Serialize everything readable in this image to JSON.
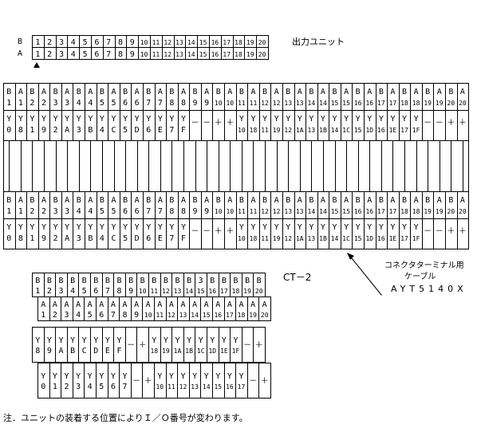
{
  "unit_label": "出力ユニット",
  "row_b_label": "B",
  "row_a_label": "A",
  "ct_label": "CT－2",
  "cable_label_line1": "コネクタターミナル用",
  "cable_label_line2": "ケーブル",
  "cable_model": "AYT5140X",
  "note": "注．ユニットの装着する位置によりＩ／Ｏ番号が変わります。",
  "connector_numbers": [
    "1",
    "2",
    "3",
    "4",
    "5",
    "6",
    "7",
    "8",
    "9",
    "10",
    "11",
    "12",
    "13",
    "14",
    "15",
    "16",
    "17",
    "18",
    "19",
    "20"
  ],
  "terminal_pairs": [
    [
      "B",
      "1"
    ],
    [
      "A",
      "1"
    ],
    [
      "B",
      "2"
    ],
    [
      "A",
      "2"
    ],
    [
      "B",
      "3"
    ],
    [
      "A",
      "3"
    ],
    [
      "B",
      "4"
    ],
    [
      "A",
      "4"
    ],
    [
      "B",
      "5"
    ],
    [
      "A",
      "5"
    ],
    [
      "B",
      "6"
    ],
    [
      "A",
      "6"
    ],
    [
      "B",
      "7"
    ],
    [
      "A",
      "7"
    ],
    [
      "B",
      "8"
    ],
    [
      "A",
      "8"
    ],
    [
      "B",
      "9"
    ],
    [
      "A",
      "9"
    ],
    [
      "B",
      "10"
    ],
    [
      "A",
      "10"
    ],
    [
      "B",
      "11"
    ],
    [
      "A",
      "11"
    ],
    [
      "B",
      "12"
    ],
    [
      "A",
      "12"
    ],
    [
      "B",
      "13"
    ],
    [
      "A",
      "13"
    ],
    [
      "B",
      "14"
    ],
    [
      "A",
      "14"
    ],
    [
      "B",
      "15"
    ],
    [
      "A",
      "15"
    ],
    [
      "B",
      "16"
    ],
    [
      "A",
      "16"
    ],
    [
      "B",
      "17"
    ],
    [
      "A",
      "17"
    ],
    [
      "B",
      "18"
    ],
    [
      "A",
      "18"
    ],
    [
      "B",
      "19"
    ],
    [
      "A",
      "19"
    ],
    [
      "B",
      "20"
    ],
    [
      "A",
      "20"
    ]
  ],
  "terminal_signals": [
    [
      "Y",
      "0"
    ],
    [
      "Y",
      "8"
    ],
    [
      "Y",
      "1"
    ],
    [
      "Y",
      "9"
    ],
    [
      "Y",
      "2"
    ],
    [
      "Y",
      "A"
    ],
    [
      "Y",
      "3"
    ],
    [
      "Y",
      "B"
    ],
    [
      "Y",
      "4"
    ],
    [
      "Y",
      "C"
    ],
    [
      "Y",
      "5"
    ],
    [
      "Y",
      "D"
    ],
    [
      "Y",
      "6"
    ],
    [
      "Y",
      "E"
    ],
    [
      "Y",
      "7"
    ],
    [
      "Y",
      "F"
    ],
    [
      "－",
      ""
    ],
    [
      "－",
      ""
    ],
    [
      "＋",
      ""
    ],
    [
      "＋",
      ""
    ],
    [
      "Y",
      "10"
    ],
    [
      "Y",
      "18"
    ],
    [
      "Y",
      "11"
    ],
    [
      "Y",
      "19"
    ],
    [
      "Y",
      "12"
    ],
    [
      "Y",
      "1A"
    ],
    [
      "Y",
      "13"
    ],
    [
      "Y",
      "1B"
    ],
    [
      "Y",
      "14"
    ],
    [
      "Y",
      "1C"
    ],
    [
      "Y",
      "15"
    ],
    [
      "Y",
      "1D"
    ],
    [
      "Y",
      "16"
    ],
    [
      "Y",
      "1E"
    ],
    [
      "Y",
      "17"
    ],
    [
      "Y",
      "1F"
    ],
    [
      "－",
      ""
    ],
    [
      "－",
      ""
    ],
    [
      "＋",
      ""
    ],
    [
      "＋",
      ""
    ]
  ],
  "ct_b_row": [
    [
      "B",
      "1"
    ],
    [
      "B",
      "2"
    ],
    [
      "B",
      "3"
    ],
    [
      "B",
      "4"
    ],
    [
      "B",
      "5"
    ],
    [
      "B",
      "6"
    ],
    [
      "B",
      "7"
    ],
    [
      "B",
      "8"
    ],
    [
      "B",
      "9"
    ],
    [
      "B",
      "10"
    ],
    [
      "B",
      "11"
    ],
    [
      "B",
      "12"
    ],
    [
      "B",
      "13"
    ],
    [
      "B",
      "14"
    ],
    [
      "3",
      "15"
    ],
    [
      "B",
      "16"
    ],
    [
      "B",
      "17"
    ],
    [
      "B",
      "18"
    ],
    [
      "B",
      "19"
    ],
    [
      "B",
      "20"
    ]
  ],
  "ct_a_row": [
    [
      "A",
      "1"
    ],
    [
      "A",
      "2"
    ],
    [
      "A",
      "3"
    ],
    [
      "A",
      "4"
    ],
    [
      "A",
      "5"
    ],
    [
      "A",
      "6"
    ],
    [
      "A",
      "7"
    ],
    [
      "A",
      "8"
    ],
    [
      "A",
      "9"
    ],
    [
      "A",
      "10"
    ],
    [
      "A",
      "11"
    ],
    [
      "A",
      "12"
    ],
    [
      "A",
      "13"
    ],
    [
      "A",
      "14"
    ],
    [
      "A",
      "15"
    ],
    [
      "A",
      "16"
    ],
    [
      "A",
      "17"
    ],
    [
      "A",
      "18"
    ],
    [
      "A",
      "19"
    ],
    [
      "A",
      "20"
    ]
  ],
  "ct_upper_signals": [
    [
      "Y",
      "8"
    ],
    [
      "Y",
      "9"
    ],
    [
      "Y",
      "A"
    ],
    [
      "Y",
      "B"
    ],
    [
      "Y",
      "C"
    ],
    [
      "Y",
      "D"
    ],
    [
      "Y",
      "E"
    ],
    [
      "Y",
      "F"
    ],
    [
      "－",
      ""
    ],
    [
      "＋",
      ""
    ],
    [
      "Y",
      "18"
    ],
    [
      "Y",
      "19"
    ],
    [
      "Y",
      "1A"
    ],
    [
      "Y",
      "1B"
    ],
    [
      "Y",
      "1C"
    ],
    [
      "Y",
      "1D"
    ],
    [
      "Y",
      "1E"
    ],
    [
      "Y",
      "1F"
    ],
    [
      "－",
      ""
    ],
    [
      "＋",
      ""
    ]
  ],
  "ct_lower_signals": [
    [
      "Y",
      "0"
    ],
    [
      "Y",
      "1"
    ],
    [
      "Y",
      "2"
    ],
    [
      "Y",
      "3"
    ],
    [
      "Y",
      "4"
    ],
    [
      "Y",
      "5"
    ],
    [
      "Y",
      "6"
    ],
    [
      "Y",
      "7"
    ],
    [
      "－",
      ""
    ],
    [
      "＋",
      ""
    ],
    [
      "Y",
      "10"
    ],
    [
      "Y",
      "11"
    ],
    [
      "Y",
      "12"
    ],
    [
      "Y",
      "13"
    ],
    [
      "Y",
      "14"
    ],
    [
      "Y",
      "15"
    ],
    [
      "Y",
      "16"
    ],
    [
      "Y",
      "17"
    ],
    [
      "－",
      ""
    ],
    [
      "＋",
      ""
    ]
  ]
}
